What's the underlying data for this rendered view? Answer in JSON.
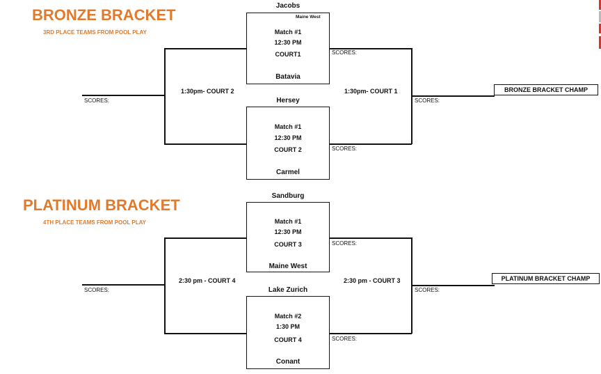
{
  "bronze": {
    "title": "BRONZE BRACKET",
    "subtitle": "3RD PLACE TEAMS FROM POOL PLAY",
    "match_top": {
      "team_top": "Jacobs",
      "corner_note": "Maine West",
      "match": "Match #1",
      "time": "12:30 PM",
      "court": "COURT1",
      "team_bottom": "Batavia"
    },
    "match_bottom": {
      "team_top": "Hersey",
      "match": "Match #1",
      "time": "12:30 PM",
      "court": "COURT 2",
      "team_bottom": "Carmel"
    },
    "left_game": "1:30pm- COURT 2",
    "right_game": "1:30pm- COURT 1",
    "scores_label": "SCORES:",
    "champ": "BRONZE BRACKET CHAMP"
  },
  "platinum": {
    "title": "PLATINUM BRACKET",
    "subtitle": "4TH PLACE TEAMS FROM POOL PLAY",
    "match_top": {
      "team_top": "Sandburg",
      "match": "Match #1",
      "time": "12:30 PM",
      "court": "COURT 3",
      "team_bottom": "Maine West"
    },
    "match_bottom": {
      "team_top": "Lake Zurich",
      "match": "Match #2",
      "time": "1:30 PM",
      "court": "COURT 4",
      "team_bottom": "Conant"
    },
    "left_game": "2:30 pm - COURT 4",
    "right_game": "2:30 pm - COURT 3",
    "scores_label": "SCORES:",
    "champ": "PLATINUM BRACKET CHAMP"
  },
  "colors": {
    "title": "#e07b2e",
    "edge_red": "#e0322b",
    "edge_gray": "#b9b9b9"
  }
}
